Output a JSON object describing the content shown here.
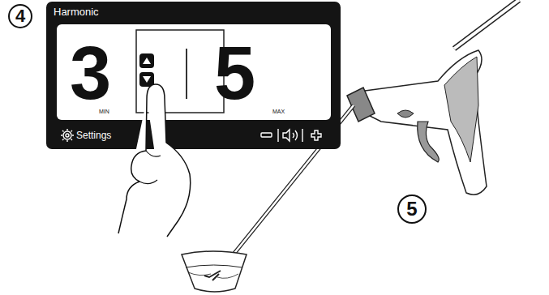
{
  "diagram": {
    "nodes": [
      {
        "text": [
          "4"
        ]
      },
      {
        "text": [
          "Harmonic",
          "Settings"
        ]
      },
      {
        "text": [
          "3",
          "MIN",
          "5",
          "MAX"
        ],
        "in": 1
      },
      {
        "text": [
          "5"
        ]
      }
    ]
  }
}
